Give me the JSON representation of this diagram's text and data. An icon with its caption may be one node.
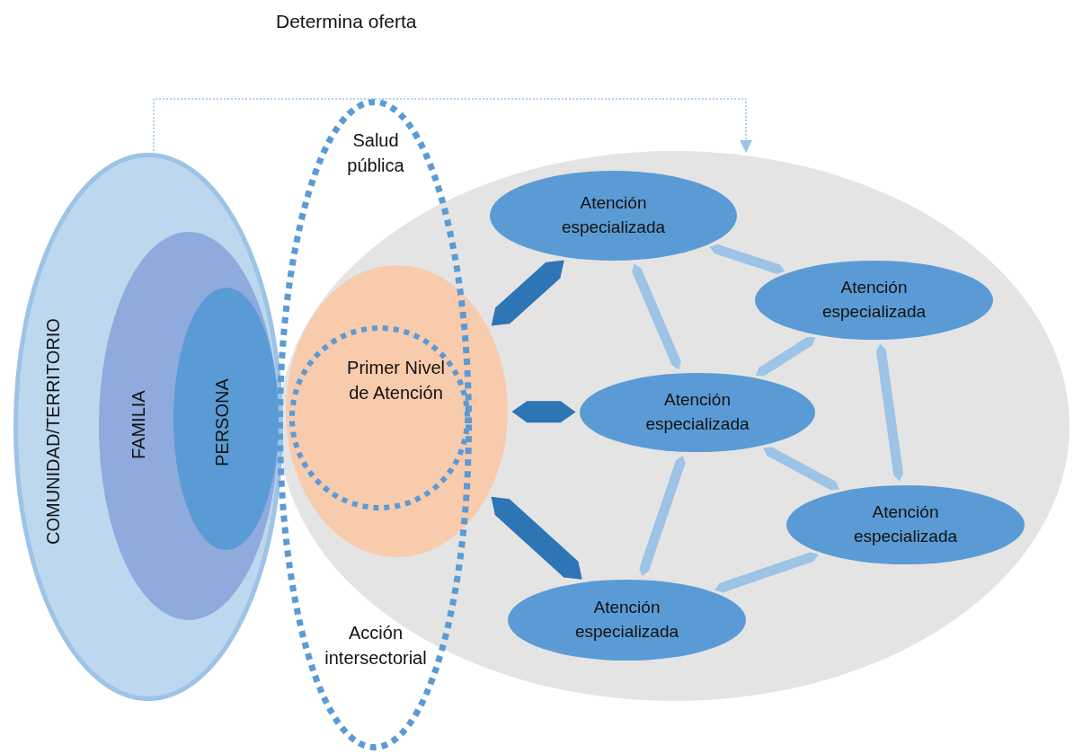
{
  "diagram": {
    "nodes": [
      {
        "text": [
          "COMUNIDAD/TERRITORIO"
        ]
      },
      {
        "text": [
          "FAMILIA"
        ],
        "in": 0
      },
      {
        "text": [
          "PERSONA"
        ],
        "in": 1
      },
      {
        "text": [
          "Salud pública",
          "Acción intersectorial"
        ]
      },
      {
        "text": [],
        "shape": "circle"
      },
      {
        "text": [
          "Primer Nivel de Atención"
        ],
        "in": 4
      },
      {
        "text": [
          "Atención especializada"
        ],
        "in": 4
      },
      {
        "text": [
          "Atención especializada"
        ],
        "in": 4
      },
      {
        "text": [
          "Atención especializada"
        ],
        "in": 4
      },
      {
        "text": [
          "Atención especializada"
        ],
        "in": 4
      },
      {
        "text": [
          "Atención especializada"
        ],
        "in": 4
      }
    ],
    "edges": [
      {
        "from": 0,
        "to": 4,
        "arrow": "to",
        "label": "Determina oferta",
        "style": "dashed"
      },
      {
        "from": 5,
        "to": 6,
        "arrow": "both",
        "style": "thick",
        "color": "#2e75b6"
      },
      {
        "from": 5,
        "to": 8,
        "arrow": "both",
        "style": "thick",
        "color": "#2e75b6"
      },
      {
        "from": 5,
        "to": 10,
        "arrow": "both",
        "style": "thick",
        "color": "#2e75b6"
      },
      {
        "from": 6,
        "to": 7,
        "arrow": "both"
      },
      {
        "from": 6,
        "to": 8,
        "arrow": "both"
      },
      {
        "from": 7,
        "to": 8,
        "arrow": "both"
      },
      {
        "from": 7,
        "to": 9,
        "arrow": "both"
      },
      {
        "from": 8,
        "to": 9,
        "arrow": "both"
      },
      {
        "from": 8,
        "to": 10,
        "arrow": "both"
      },
      {
        "from": 9,
        "to": 10,
        "arrow": "both"
      }
    ]
  }
}
